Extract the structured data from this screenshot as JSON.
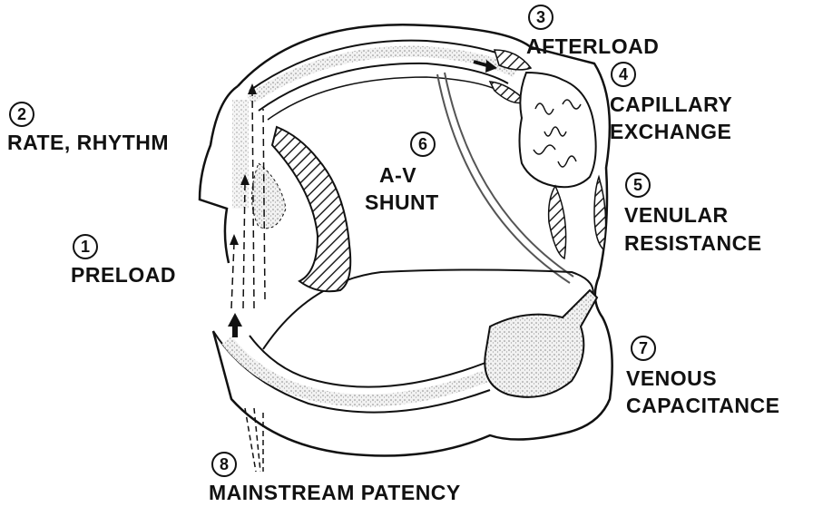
{
  "labels": [
    {
      "id": "preload",
      "number": "1",
      "text": "PRELOAD"
    },
    {
      "id": "rate-rhythm",
      "number": "2",
      "text": "RATE, RHYTHM"
    },
    {
      "id": "afterload",
      "number": "3",
      "text": "AFTERLOAD"
    },
    {
      "id": "capillary-exchange",
      "number": "4",
      "line1": "CAPILLARY",
      "line2": "EXCHANGE"
    },
    {
      "id": "venular-resistance",
      "number": "5",
      "line1": "VENULAR",
      "line2": "RESISTANCE"
    },
    {
      "id": "av-shunt",
      "number": "6",
      "line1": "A-V",
      "line2": "SHUNT"
    },
    {
      "id": "venous-capacitance",
      "number": "7",
      "line1": "VENOUS",
      "line2": "CAPACITANCE"
    },
    {
      "id": "mainstream-patency",
      "number": "8",
      "text": "MAINSTREAM PATENCY"
    }
  ]
}
